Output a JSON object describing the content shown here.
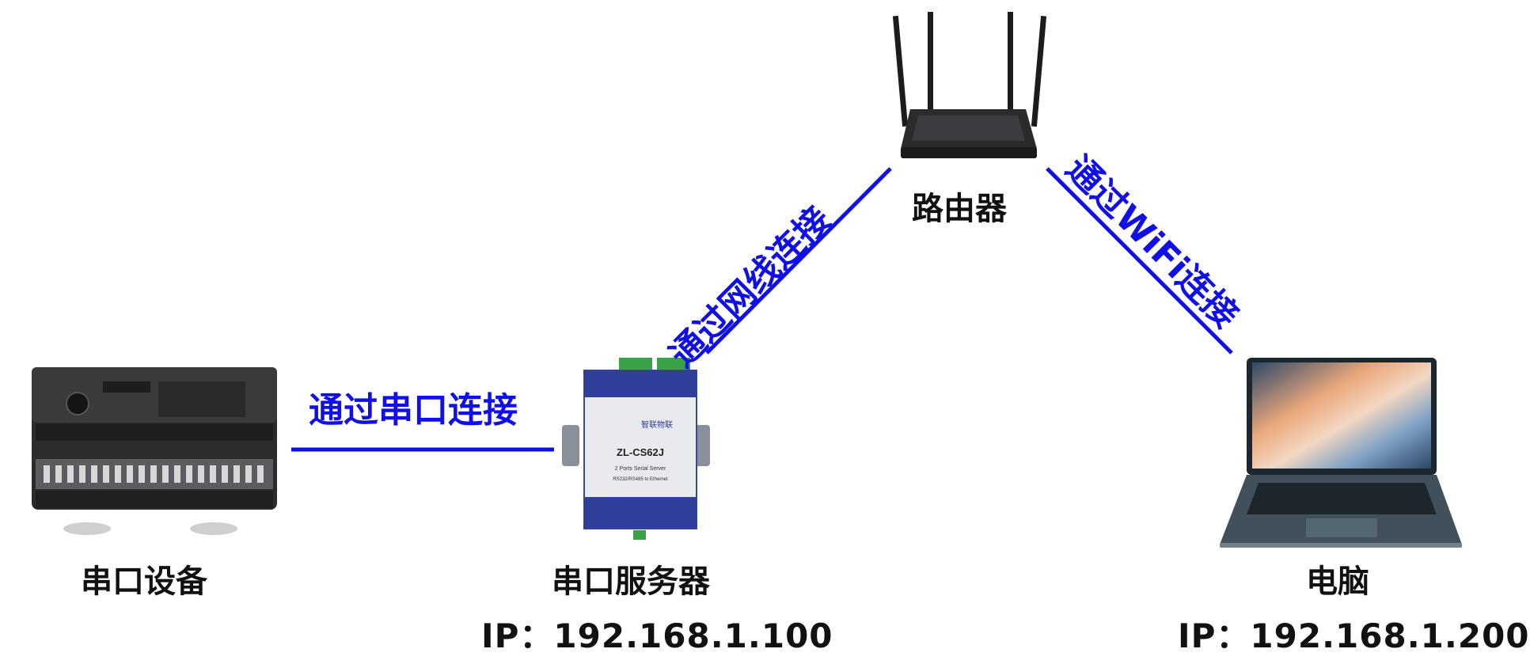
{
  "nodes": {
    "serial_device": {
      "label": "串口设备"
    },
    "serial_server": {
      "label": "串口服务器",
      "ip": "IP：192.168.1.100",
      "model": "ZL-CS62J",
      "subtitle": "2 Ports Serial Server",
      "sub2": "RS232/RS485 to Ethernet",
      "brand": "智联物联"
    },
    "router": {
      "label": "路由器"
    },
    "computer": {
      "label": "电脑",
      "ip": "IP：192.168.1.200"
    }
  },
  "edges": {
    "serial": {
      "label": "通过串口连接"
    },
    "ethernet": {
      "label": "通过网线连接"
    },
    "wifi": {
      "label": "通过WiFi连接"
    }
  },
  "colors": {
    "edge": "#1010e6",
    "text": "#111111"
  }
}
